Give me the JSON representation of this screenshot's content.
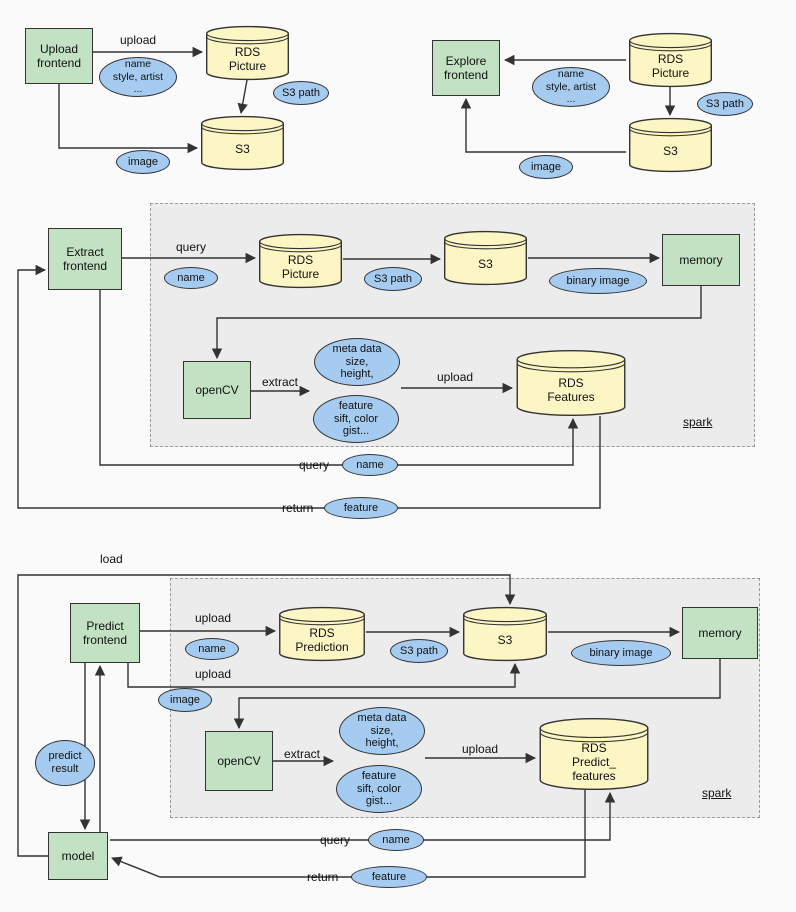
{
  "colors": {
    "background": "#fafafa",
    "box_green": "#c3e2c3",
    "cylinder_yellow": "#fcf6c5",
    "ellipse_blue": "#a5cbf0",
    "zone_gray": "#ececec",
    "zone_border": "#9a9a9a",
    "stroke": "#333333",
    "text": "#111111"
  },
  "upload_flow": {
    "frontend": "Upload\nfrontend",
    "upload_label": "upload",
    "name_style_artist": "name\nstyle, artist\n...",
    "rds_picture": "RDS\nPicture",
    "s3_path": "S3 path",
    "s3": "S3",
    "image": "image"
  },
  "explore_flow": {
    "frontend": "Explore\nfrontend",
    "name_style_artist": "name\nstyle, artist\n...",
    "rds_picture": "RDS\nPicture",
    "s3_path": "S3 path",
    "s3": "S3",
    "image": "image"
  },
  "extract_flow": {
    "frontend": "Extract\nfrontend",
    "query_label": "query",
    "name": "name",
    "rds_picture": "RDS\nPicture",
    "s3_path": "S3 path",
    "s3": "S3",
    "binary_image": "binary image",
    "memory": "memory",
    "opencv": "openCV",
    "extract_label": "extract",
    "meta_data": "meta data\nsize,\nheight,",
    "feature_sift": "feature\nsift, color\ngist...",
    "upload_label": "upload",
    "rds_features": "RDS\nFeatures",
    "spark_label": "spark",
    "query2_label": "query",
    "query_name": "name",
    "return_label": "return",
    "return_feature": "feature"
  },
  "predict_flow": {
    "load_label": "load",
    "frontend": "Predict\nfrontend",
    "upload_label": "upload",
    "name": "name",
    "rds_prediction": "RDS\nPrediction",
    "s3_path": "S3 path",
    "s3": "S3",
    "binary_image": "binary image",
    "memory": "memory",
    "upload2_label": "upload",
    "image": "image",
    "opencv": "openCV",
    "extract_label": "extract",
    "meta_data": "meta data\nsize,\nheight,",
    "feature_sift": "feature\nsift, color\ngist...",
    "upload3_label": "upload",
    "rds_predict_features": "RDS\nPredict_\nfeatures",
    "spark_label": "spark",
    "predict_result": "predict\nresult",
    "model": "model",
    "query_label": "query",
    "query_name": "name",
    "return_label": "return",
    "return_feature": "feature"
  }
}
